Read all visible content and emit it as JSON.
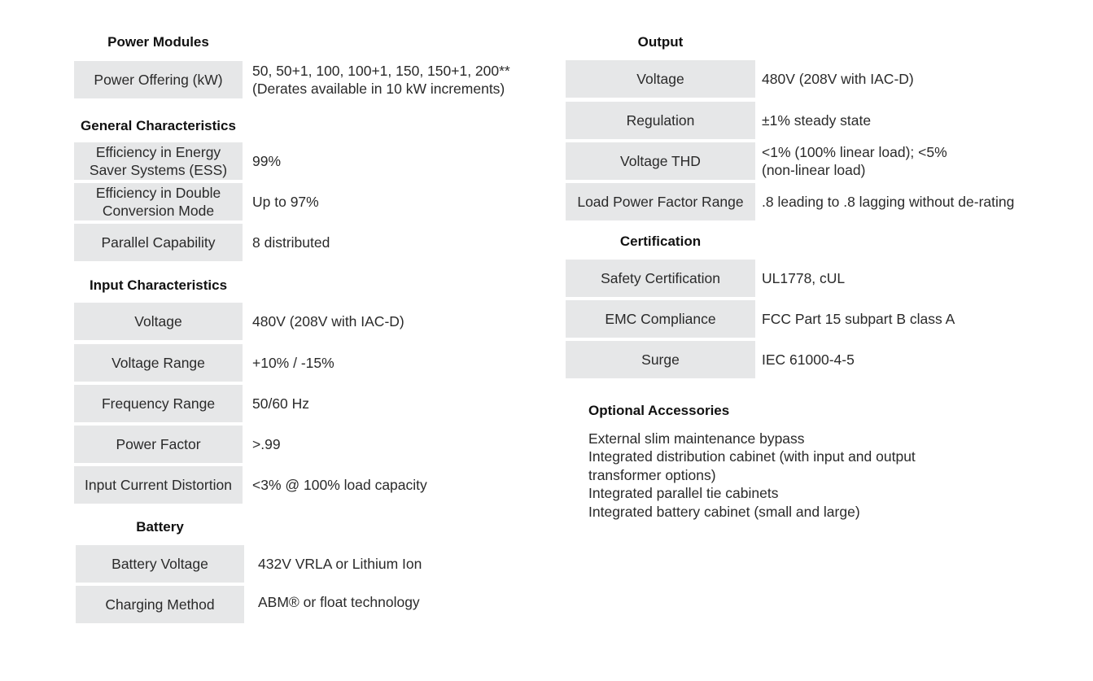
{
  "power_modules": {
    "heading": "Power Modules",
    "rows": [
      {
        "label": "Power Offering (kW)",
        "value_line1": "50, 50+1, 100, 100+1, 150, 150+1, 200**",
        "value_line2": "(Derates available in 10 kW increments)"
      }
    ]
  },
  "general_characteristics": {
    "heading": "General Characteristics",
    "rows": [
      {
        "label_line1": "Efficiency in Energy",
        "label_line2": "Saver Systems (ESS)",
        "value": "99%"
      },
      {
        "label_line1": "Efficiency in Double",
        "label_line2": "Conversion Mode",
        "value": "Up to 97%"
      },
      {
        "label": "Parallel Capability",
        "value": "8 distributed"
      }
    ]
  },
  "input_characteristics": {
    "heading": "Input Characteristics",
    "rows": [
      {
        "label": "Voltage",
        "value": "480V (208V with IAC-D)"
      },
      {
        "label": "Voltage Range",
        "value": "+10% / -15%"
      },
      {
        "label": "Frequency Range",
        "value": "50/60 Hz"
      },
      {
        "label": "Power Factor",
        "value": ">.99"
      },
      {
        "label": "Input Current Distortion",
        "value": "<3% @ 100% load capacity"
      }
    ]
  },
  "battery": {
    "heading": "Battery",
    "rows": [
      {
        "label": "Battery Voltage",
        "value": "432V VRLA or Lithium Ion"
      },
      {
        "label": "Charging Method",
        "value": "ABM® or float technology"
      }
    ]
  },
  "output": {
    "heading": "Output",
    "rows": [
      {
        "label": "Voltage",
        "value": "480V (208V with IAC-D)"
      },
      {
        "label": "Regulation",
        "value": "±1% steady state"
      },
      {
        "label": "Voltage THD",
        "value_line1": "<1% (100% linear load); <5%",
        "value_line2": "(non-linear load)"
      },
      {
        "label": "Load Power Factor Range",
        "value": ".8 leading to .8 lagging without de-rating"
      }
    ]
  },
  "certification": {
    "heading": "Certification",
    "rows": [
      {
        "label": "Safety Certification",
        "value": "UL1778, cUL"
      },
      {
        "label": "EMC Compliance",
        "value": "FCC Part 15 subpart B class A"
      },
      {
        "label": "Surge",
        "value": "IEC 61000-4-5"
      }
    ]
  },
  "optional_accessories": {
    "heading": "Optional Accessories",
    "items": [
      "External slim maintenance bypass",
      "Integrated distribution cabinet (with input and output",
      "transformer options)",
      "Integrated parallel tie cabinets",
      "Integrated battery cabinet (small and large)"
    ]
  },
  "colors": {
    "label_background": "#e6e7e8",
    "text": "#2a2a2a",
    "heading": "#111111"
  }
}
